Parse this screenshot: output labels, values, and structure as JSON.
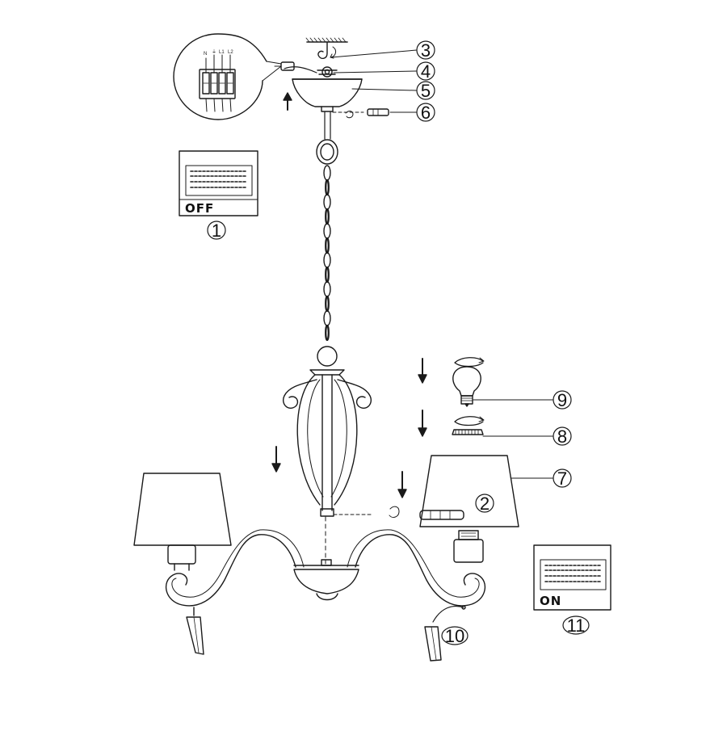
{
  "diagram": {
    "callouts": [
      "1",
      "2",
      "3",
      "4",
      "5",
      "6",
      "7",
      "8",
      "9",
      "10",
      "11"
    ],
    "switch_off_label": "OFF",
    "switch_on_label": "ON",
    "terminal_labels": [
      "N",
      "⏚",
      "L1",
      "L2"
    ]
  }
}
